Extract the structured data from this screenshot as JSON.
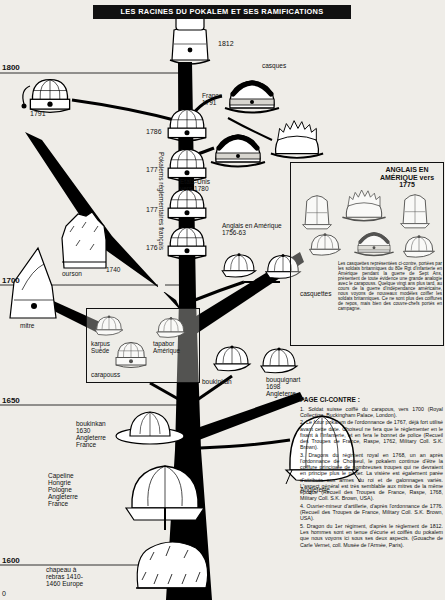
{
  "diagram": {
    "title": "LES RACINES DU POKALEM ET SES RAMIFICATIONS",
    "nodes": [
      {
        "text": [
          "ANGLAIS EN AMÉRIQUE vers 1775",
          "Les casquettes représentées ci-contre, portées par les soldats britanniques du 80e Rgt d'infanterie en Amérique pendant la guerre de Sept Ans, présentent de toute évidence une grande analogie avec le carapouss. Quelque vingt ans plus tard, au cours de la guerre d'indépendance américaine, nous voyons de nouveaux modèles coiffer les soldats britanniques. Ce ne sont plus des coiffures de repos, mais bien des couvre-chefs portés en campagne."
        ]
      },
      {
        "text": [
          "karpus Suède",
          "tapabor Amérique",
          "carapouss"
        ]
      }
    ],
    "labels": [
      "1800",
      "1700",
      "1650",
      "1600",
      "1812",
      "1791",
      "1786",
      "1776",
      "1775",
      "1767",
      "Pokalems réglementaires français",
      "casques",
      "France 1791",
      "Etats-Unis vers 1780",
      "Anglais en Amérique 1756-63",
      "casquettes",
      "ourson",
      "1740",
      "mitre",
      "boukinkan",
      "bouquignart 1698 Angleterre",
      "boukinkan 1630 Angleterre France",
      "Angleterre",
      "Capeline Hongrie Pologne Angleterre France",
      "chapeau à rebras 1410-1460 Europe",
      "PAGE CI-CONTRE :",
      "1. Soldat suisse coiffé du carapous, vers 1700 (Royal Collection, Buckingham Palace, London).",
      "2. Le futur pokalem de l'ordonnance de 1767, déjà fort utilisé avant cette date. Choiseul ne fera que le réglementer en le fixant à l'infanterie, et en fera le bonnet de police (Recueil des Troupes de France, Raspe, 1762, Military Coll. S.K. Brown).",
      "3. Dragons du régiment royal en 1768, un an après l'ordonnance de Choiseul, le pokalem continue d'être la coiffure principale de nombreuses troupes qui ne devraient en principe plus le porter. La visière est également parée d'attributs aux armes du roi et de galonnages variés. L'aspect général est très semblable aux mitres de la même époque (Recueil des Troupes de France, Raspe, 1768, Military Coll. S.K. Brown, USA).",
      "4. Ouvrier-mineur d'artillerie, d'après l'ordonnance de 1776. (Recueil des Troupes de France, Military Coll. S.K. Brown, USA).",
      "5. Dragon du 1er régiment, d'après le règlement de 1812. Les hommes sont en tenue d'écurie et coiffés du pokalem que nous voyons ici sous ses deux aspects. (Gouache de Carle Vernet, coll. Musée de l'Armée, Paris).",
      "0"
    ]
  }
}
